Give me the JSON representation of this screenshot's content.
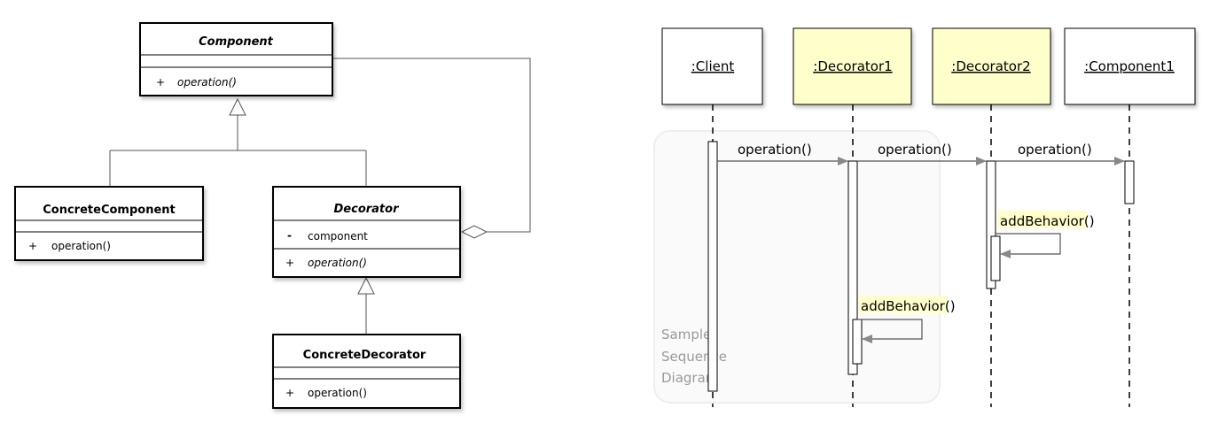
{
  "class_diagram": {
    "component": {
      "name": "Component",
      "operation_vis": "+",
      "operation": "operation()"
    },
    "concrete_component": {
      "name": "ConcreteComponent",
      "operation_vis": "+",
      "operation": "operation()"
    },
    "decorator": {
      "name": "Decorator",
      "attribute_vis": "-",
      "attribute": "component",
      "operation_vis": "+",
      "operation": "operation()"
    },
    "concrete_decorator": {
      "name": "ConcreteDecorator",
      "operation_vis": "+",
      "operation": "operation()"
    }
  },
  "sequence_diagram": {
    "lifelines": [
      ":Client",
      ":Decorator1",
      ":Decorator2",
      ":Component1"
    ],
    "lifeline_colors": [
      "#ffffff",
      "#ffffcc",
      "#ffffcc",
      "#ffffff"
    ],
    "messages": [
      "operation()",
      "operation()",
      "operation()"
    ],
    "self_calls": [
      "addBehavior()",
      "addBehavior()"
    ],
    "self_call_highlight": "#ffffcc",
    "frame_label": [
      "Sample",
      "Sequence",
      "Diagram"
    ]
  }
}
